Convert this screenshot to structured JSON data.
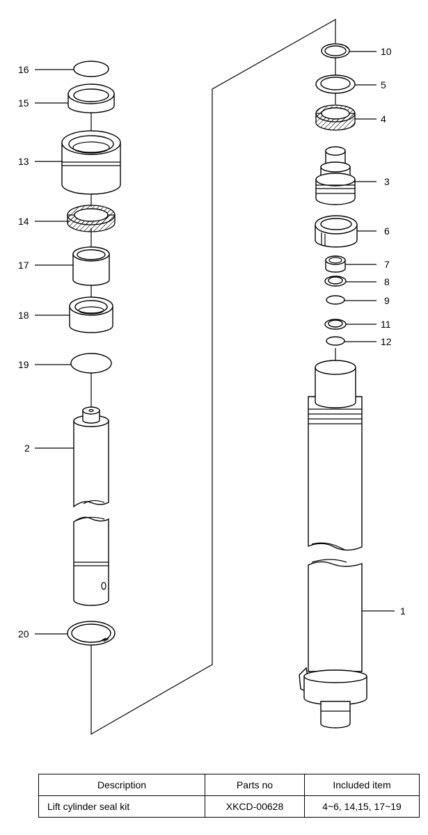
{
  "callouts": {
    "c1": "1",
    "c2": "2",
    "c3": "3",
    "c4": "4",
    "c5": "5",
    "c6": "6",
    "c7": "7",
    "c8": "8",
    "c9": "9",
    "c10": "10",
    "c11": "11",
    "c12": "12",
    "c13": "13",
    "c14": "14",
    "c15": "15",
    "c16": "16",
    "c17": "17",
    "c18": "18",
    "c19": "19",
    "c20": "20"
  },
  "table": {
    "headers": {
      "description": "Description",
      "parts_no": "Parts no",
      "included": "Included item"
    },
    "row": {
      "description": "Lift cylinder seal kit",
      "parts_no": "XKCD-00628",
      "included": "4~6, 14,15, 17~19"
    }
  }
}
